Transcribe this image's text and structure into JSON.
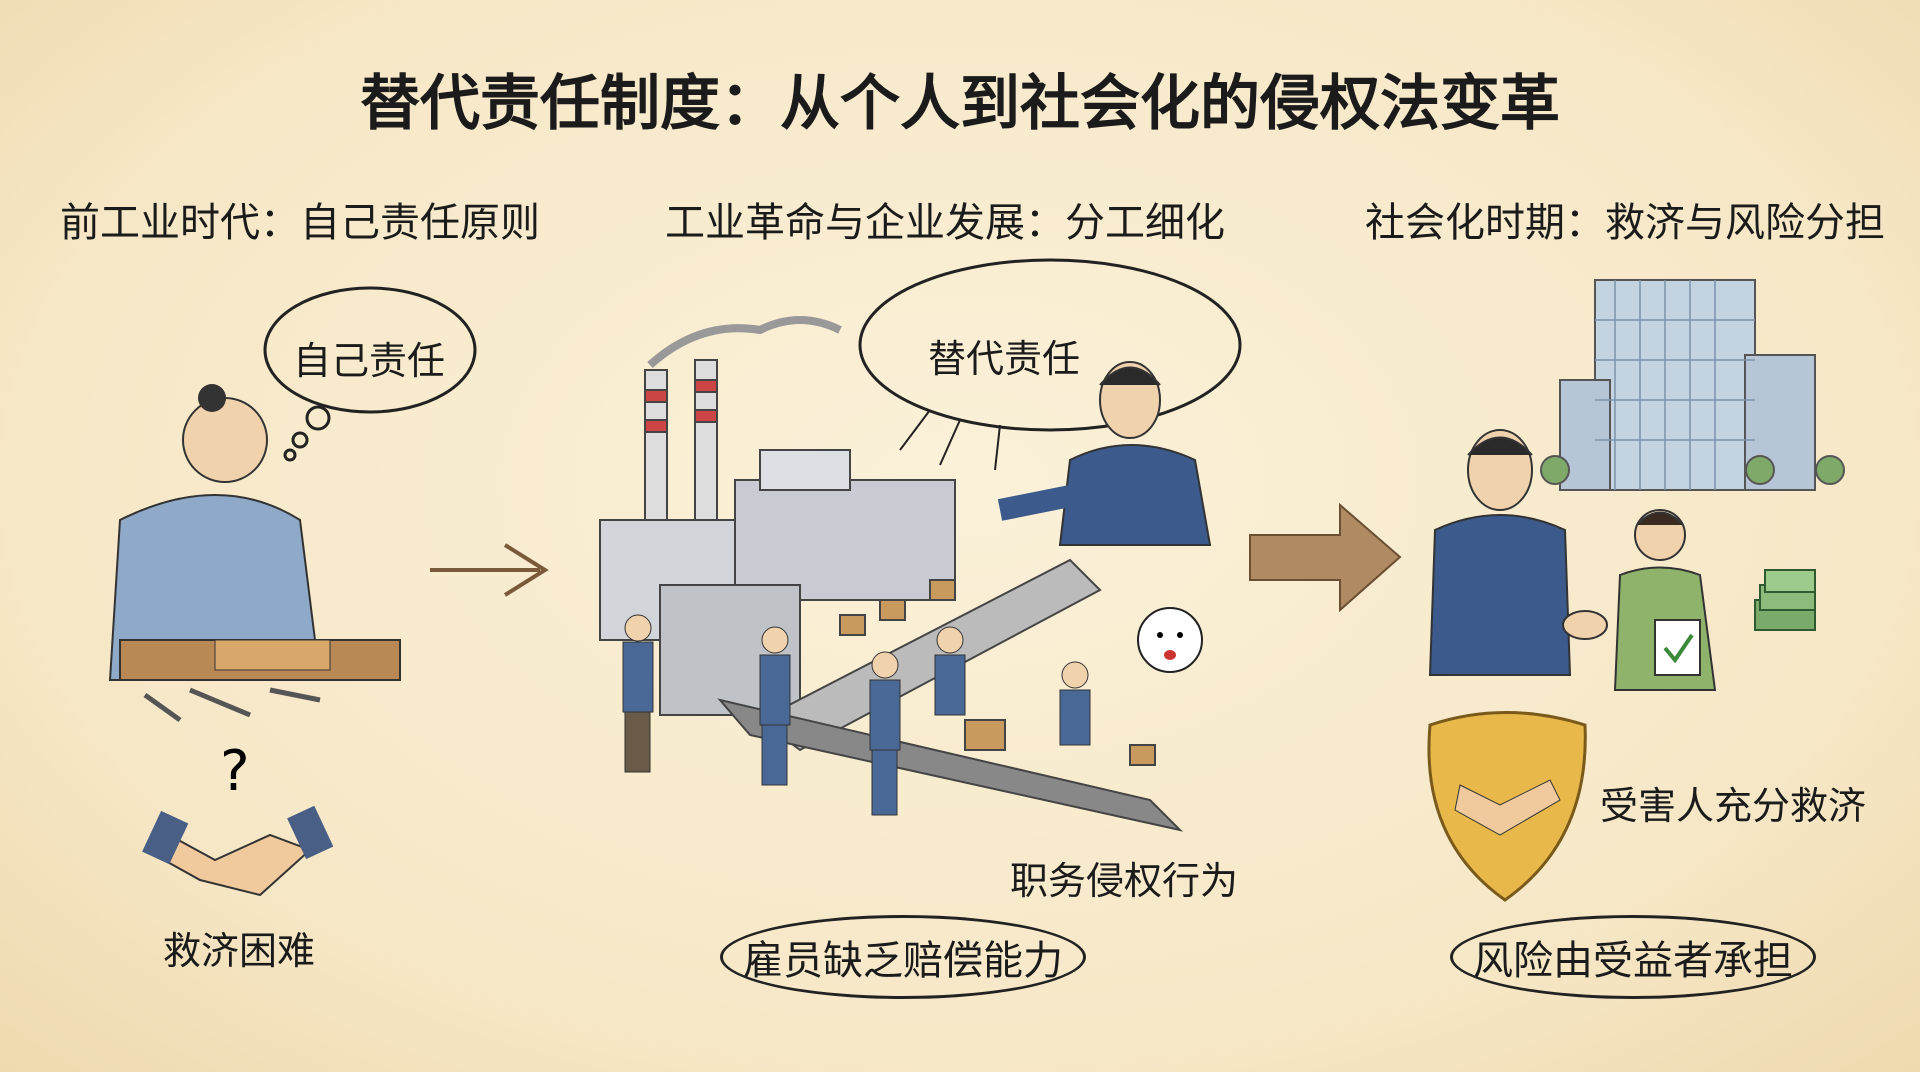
{
  "title": "替代责任制度：从个人到社会化的侵权法变革",
  "sections": [
    {
      "heading": "前工业时代：自己责任原则",
      "thought": "自己责任",
      "caption": "救济困难"
    },
    {
      "heading": "工业革命与企业发展：分工细化",
      "thought": "替代责任",
      "caption": "职务侵权行为",
      "bubble": "雇员缺乏赔偿能力"
    },
    {
      "heading": "社会化时期：救济与风险分担",
      "caption": "受害人充分救济",
      "bubble": "风险由受益者承担"
    }
  ],
  "colors": {
    "background": "#f6e7c6",
    "suit": "#3c5a8c",
    "shield": "#e8b94a",
    "arrow": "#b08a62"
  }
}
